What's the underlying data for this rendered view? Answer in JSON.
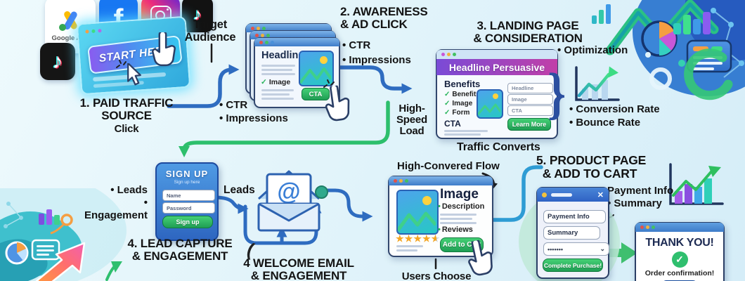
{
  "icons": {
    "facebook": "f",
    "note": "♪",
    "at": "@",
    "check": "✓",
    "close": "✕",
    "chevron_down": "⌄",
    "star": "★",
    "bullet": "•",
    "brace": "}",
    "paren": "("
  },
  "sources": {
    "google_ads": "Google Ads"
  },
  "start": {
    "label": "START HERE"
  },
  "step1": {
    "line1": "1. PAID TRAFFIC",
    "line2": "SOURCE",
    "sub": "Click"
  },
  "target": {
    "line1": "Target",
    "line2": "Audience"
  },
  "step2": {
    "line1": "2. AWARENESS",
    "line2": "& AD CLICK",
    "bullets": [
      "• CTR",
      "• Impressions"
    ]
  },
  "ad": {
    "headline": "Headline",
    "image": "Image",
    "cta": "CTA",
    "metrics": [
      "• CTR",
      "• Impressions"
    ]
  },
  "step3": {
    "line1": "3. LANDING PAGE",
    "line2": "& CONSIDERATION",
    "opt": "• Optimization",
    "metrics": [
      "• Conversion Rate",
      "• Bounce Rate"
    ]
  },
  "landing": {
    "header": "Headline Persuasive",
    "benefits_title": "Benefits",
    "checks": [
      "Benefits",
      "Image",
      "Form"
    ],
    "cta": "CTA",
    "fields": [
      "Headline",
      "Image",
      "CTA"
    ],
    "button": "Learn More"
  },
  "highspeed": {
    "line1": "High-Speed",
    "line2": "Load"
  },
  "traffic": "Traffic Converts",
  "signup": {
    "title": "SIGN UP",
    "sub": "Sign up here",
    "name": "Name",
    "password": "Password",
    "button": "Sign up"
  },
  "step4": {
    "line1": "4. LEAD CAPTURE",
    "line2": "& ENGAGEMENT",
    "bullets": [
      "• Leads",
      "• Engagement"
    ],
    "leads": "Leads"
  },
  "welcome": {
    "line1": "4 WELCOME EMAIL",
    "line2": "& ENGAGEMENT"
  },
  "flowlabel": "High-Convered Flow",
  "product": {
    "title": "Image",
    "desc": "Description",
    "reviews": "Reviews",
    "button": "Add to Cart",
    "users": "Users Choose"
  },
  "step5": {
    "line1": "5. PRODUCT PAGE",
    "line2": "& ADD TO CART",
    "info1": "Payment Info",
    "info2": "• Summary"
  },
  "payment": {
    "field1": "Payment Info",
    "field2": "Summary",
    "field3": "•••••••",
    "button": "Complete Purchase!"
  },
  "thanks": {
    "title": "THANK YOU!",
    "sub": "Order confirmation!"
  }
}
